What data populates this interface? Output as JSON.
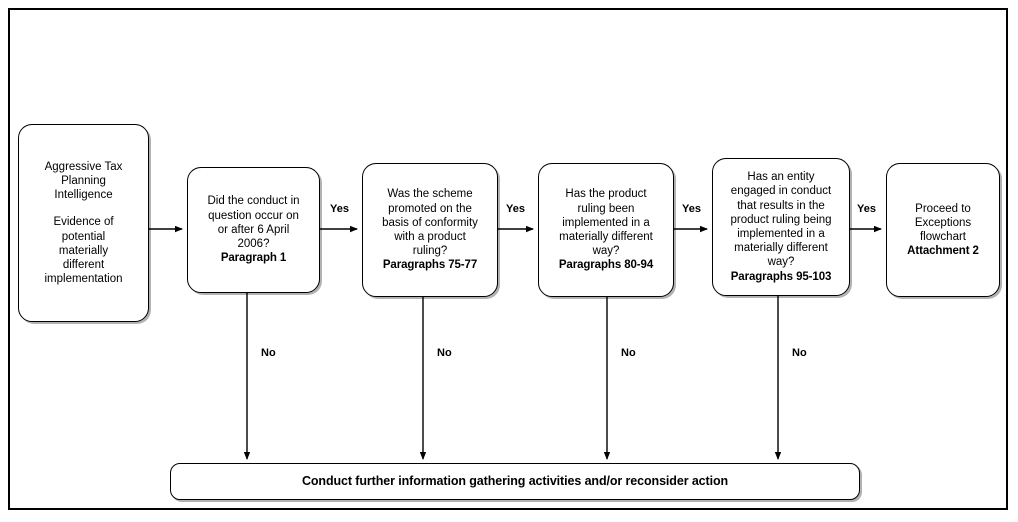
{
  "diagram": {
    "title_visible": false,
    "colors": {
      "stroke": "#000000",
      "background": "#ffffff",
      "text": "#000000"
    },
    "nodes": {
      "start": {
        "block_a": "Aggressive Tax\nPlanning\nIntelligence",
        "block_b": "Evidence of\npotential\nmaterially\ndifferent\nimplementation"
      },
      "q1": {
        "question": "Did the conduct in\nquestion occur on\nor after 6 April\n2006?",
        "reference": "Paragraph 1"
      },
      "q2": {
        "question": "Was the scheme\npromoted on the\nbasis of conformity\nwith a product\nruling?",
        "reference": "Paragraphs 75-77"
      },
      "q3": {
        "question": "Has the product\nruling been\nimplemented in a\nmaterially different\nway?",
        "reference": "Paragraphs 80-94"
      },
      "q4": {
        "question": "Has an entity\nengaged in conduct\nthat results in the\nproduct ruling being\nimplemented in a\nmaterially different\nway?",
        "reference": "Paragraphs 95-103"
      },
      "end": {
        "text": "Proceed to\nExceptions\nflowchart",
        "reference": "Attachment 2"
      },
      "bottom": {
        "text": "Conduct further information gathering activities and/or reconsider action"
      }
    },
    "edge_labels": {
      "yes_1": "Yes",
      "yes_2": "Yes",
      "yes_3": "Yes",
      "yes_4": "Yes",
      "no_1": "No",
      "no_2": "No",
      "no_3": "No",
      "no_4": "No"
    }
  }
}
